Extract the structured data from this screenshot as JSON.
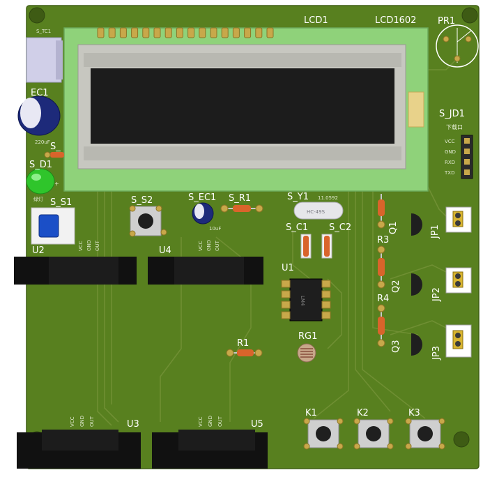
{
  "board": {
    "colors": {
      "pcb": "#58801f",
      "pcb_dark": "#4a6e19",
      "silk": "#ffffff",
      "gold": "#c8a84a",
      "lcd_frame": "#8fd27a",
      "lcd_bezel": "#c7c7c0",
      "lcd_screen": "#1c1c1c"
    }
  },
  "labels": {
    "lcd1": "LCD1",
    "lcd1602": "LCD1602",
    "pr1": "PR1",
    "usb_small": "S_TC1",
    "ec1": "EC1",
    "ec1_value": "220uF",
    "s_r_partial": "S_",
    "s_d1": "S_D1",
    "s_d1_sub": "绿灯",
    "plus": "+",
    "s_s1": "S_S1",
    "s_s2": "S_S2",
    "s_ec1": "S_EC1",
    "s_ec1_value": "10uF",
    "s_r1": "S_R1",
    "s_y1": "S_Y1",
    "s_y1_small": "11.0592",
    "crystal_text": "HC-49S",
    "s_c1": "S_C1",
    "s_c2": "S_C2",
    "s_jd1": "S_JD1",
    "s_jd1_sub": "下载口",
    "pin_vcc": "VCC",
    "pin_gnd": "GND",
    "pin_rxd": "RXD",
    "pin_txd": "TXD",
    "r3": "R3",
    "r4": "R4",
    "q1": "Q1",
    "q2": "Q2",
    "q3": "Q3",
    "jp1": "JP1",
    "jp2": "JP2",
    "jp3": "JP3",
    "u1": "U1",
    "u1_chip": "LM4",
    "u2": "U2",
    "u3": "U3",
    "u4": "U4",
    "u5": "U5",
    "r1": "R1",
    "rg1": "RG1",
    "k1": "K1",
    "k2": "K2",
    "k3": "K3",
    "gnd_small": "GND",
    "out_small": "OUT",
    "vcc_small": "VCC"
  }
}
